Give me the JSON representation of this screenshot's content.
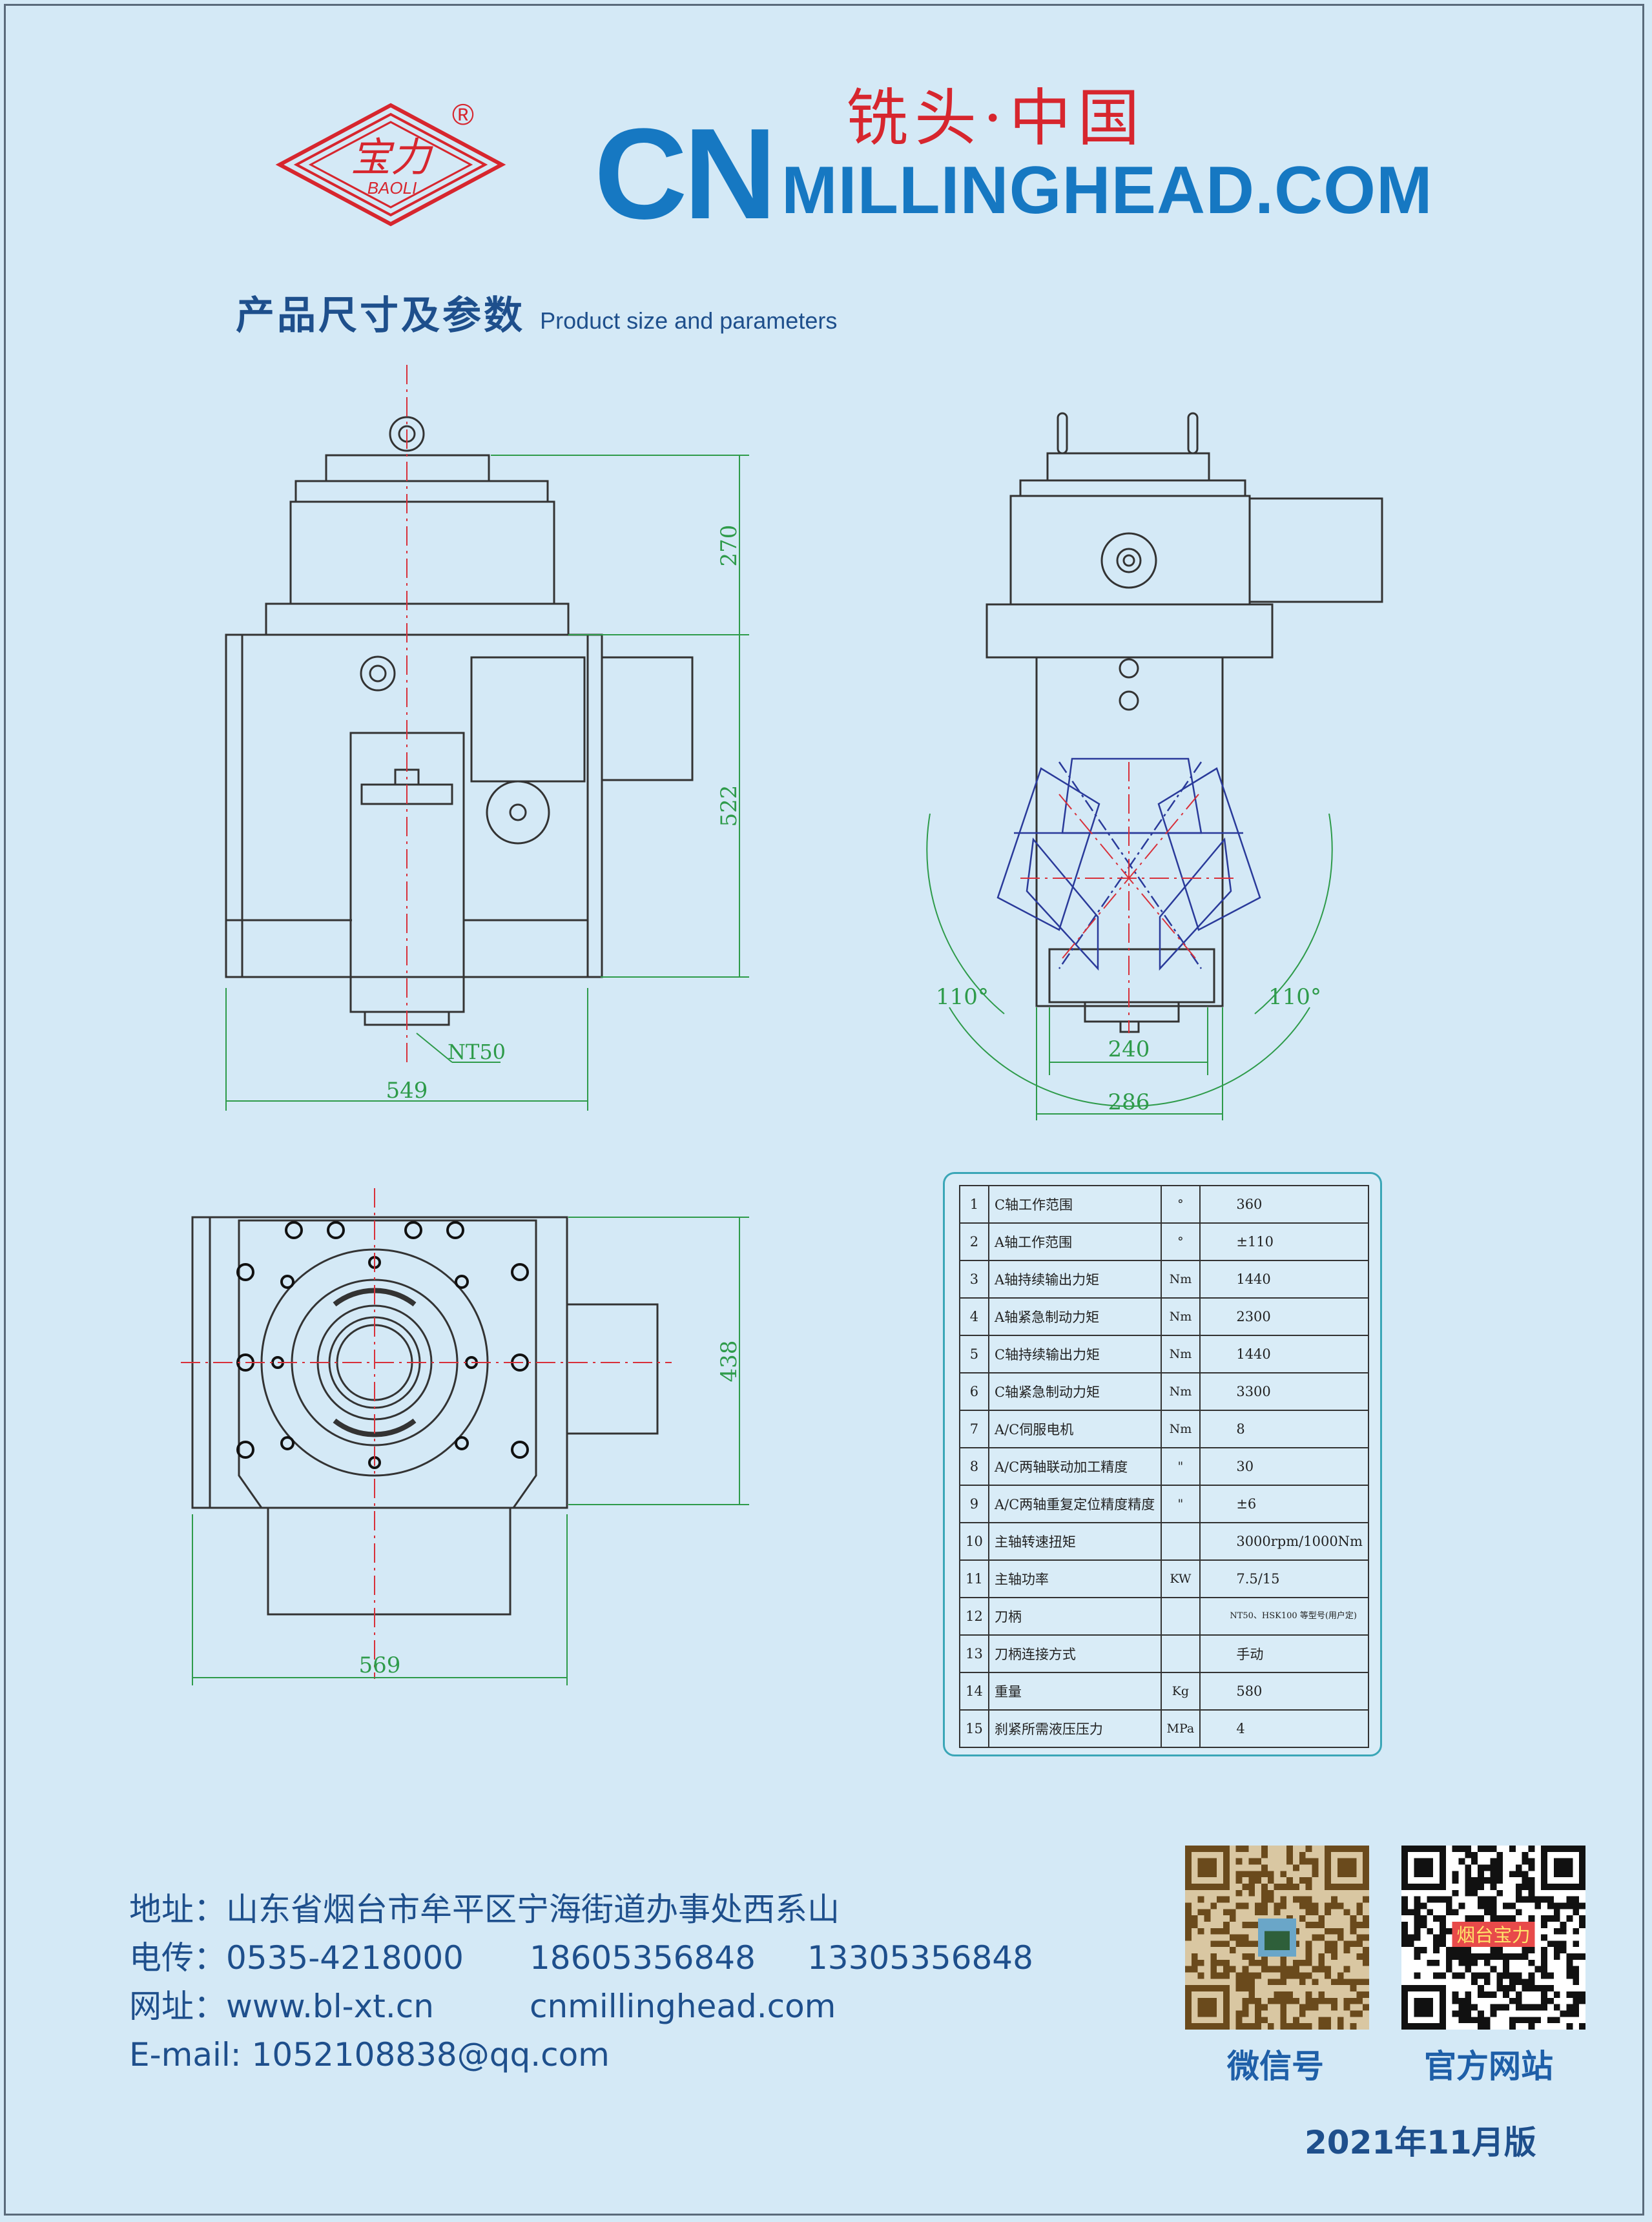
{
  "header": {
    "logo_text": "宝力",
    "logo_sub": "BAOLI",
    "registered_mark": "®",
    "brand_prefix": "CN",
    "brand_site": "MILLINGHEAD.COM",
    "brand_chinese": "铣头·中国"
  },
  "section": {
    "title_zh": "产品尺寸及参数",
    "title_en": "Product size and parameters"
  },
  "drawing": {
    "front_height_top": "270",
    "front_height_main": "522",
    "front_width": "549",
    "tool_label": "NT50",
    "side_angle_left": "110°",
    "side_angle_right": "110°",
    "side_width_inner": "240",
    "side_width_outer": "286",
    "bottom_height": "438",
    "bottom_width": "569"
  },
  "specs": [
    {
      "no": "1",
      "name": "C轴工作范围",
      "unit": "°",
      "value": "360"
    },
    {
      "no": "2",
      "name": "A轴工作范围",
      "unit": "°",
      "value": "±110"
    },
    {
      "no": "3",
      "name": "A轴持续输出力矩",
      "unit": "Nm",
      "value": "1440"
    },
    {
      "no": "4",
      "name": "A轴紧急制动力矩",
      "unit": "Nm",
      "value": "2300"
    },
    {
      "no": "5",
      "name": "C轴持续输出力矩",
      "unit": "Nm",
      "value": "1440"
    },
    {
      "no": "6",
      "name": "C轴紧急制动力矩",
      "unit": "Nm",
      "value": "3300"
    },
    {
      "no": "7",
      "name": "A/C伺服电机",
      "unit": "Nm",
      "value": "8"
    },
    {
      "no": "8",
      "name": "A/C两轴联动加工精度",
      "unit": "\"",
      "value": "30"
    },
    {
      "no": "9",
      "name": "A/C两轴重复定位精度精度",
      "unit": "\"",
      "value": "±6"
    },
    {
      "no": "10",
      "name": "主轴转速扭矩",
      "unit": "",
      "value": "3000rpm/1000Nm"
    },
    {
      "no": "11",
      "name": "主轴功率",
      "unit": "KW",
      "value": "7.5/15"
    },
    {
      "no": "12",
      "name": "刀柄",
      "unit": "",
      "value": "NT50、HSK100 等型号(用户定)"
    },
    {
      "no": "13",
      "name": "刀柄连接方式",
      "unit": "",
      "value": "手动"
    },
    {
      "no": "14",
      "name": "重量",
      "unit": "Kg",
      "value": "580"
    },
    {
      "no": "15",
      "name": "刹紧所需液压压力",
      "unit": "MPa",
      "value": "4"
    }
  ],
  "contact": {
    "address_label": "地址：",
    "address": "山东省烟台市牟平区宁海街道办事处西系山",
    "phone_label": "电传：",
    "phone1": "0535-4218000",
    "phone2": "18605356848",
    "phone3": "13305356848",
    "web_label": "网址：",
    "web1": "www.bl-xt.cn",
    "web2": "cnmillinghead.com",
    "email_label": "E-mail:",
    "email": "1052108838@qq.com"
  },
  "qr": {
    "wechat_label": "微信号",
    "site_label": "官方网站",
    "site_overlay": "烟台宝力"
  },
  "edition": "2021年11月版",
  "colors": {
    "background": "#d4e9f6",
    "brand_blue": "#1678c2",
    "brand_red": "#d7262e",
    "drawing_line": "#333333",
    "dimension_green": "#2e9b4a",
    "center_red": "#d8303a",
    "rotation_blue": "#2a3a9a"
  }
}
